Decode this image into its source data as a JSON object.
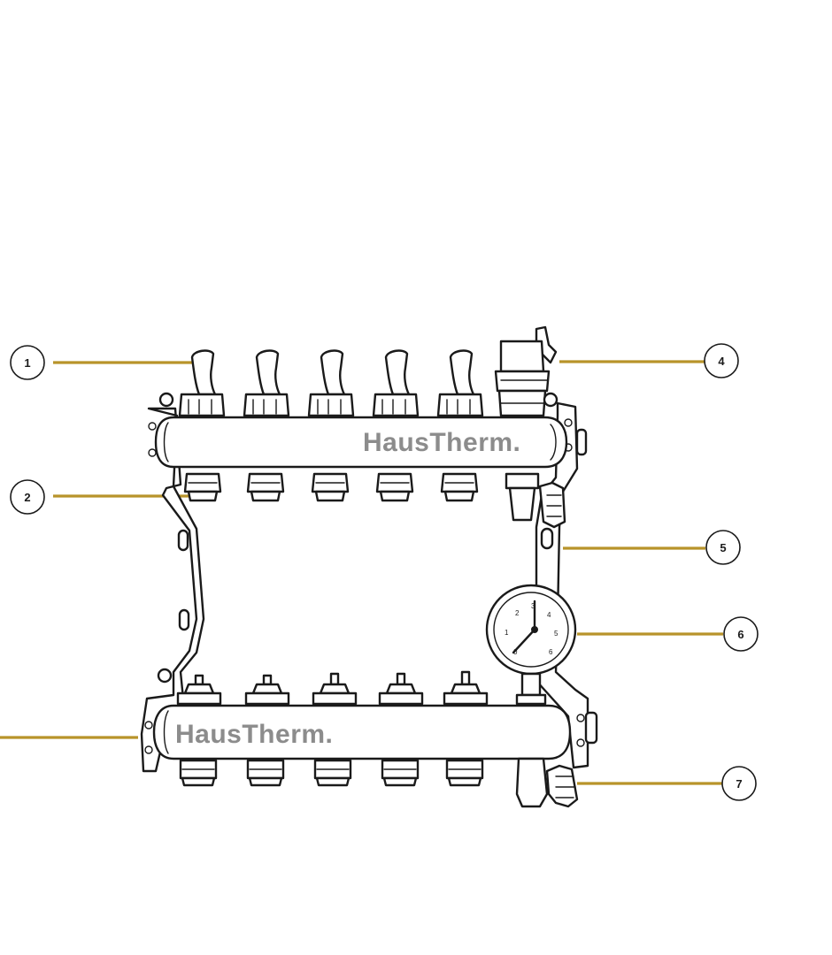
{
  "brand": {
    "top_bar_logo": "HausTherm.",
    "bottom_bar_logo": "HausTherm."
  },
  "colors": {
    "leader_line": "#b8932a",
    "outline": "#1a1a1a",
    "logo": "#8c8c8c"
  },
  "gauge": {
    "scale_numbers": [
      "0",
      "1",
      "2",
      "3",
      "4",
      "5",
      "6"
    ]
  },
  "callouts": [
    {
      "number": "1"
    },
    {
      "number": "2"
    },
    {
      "number": ""
    },
    {
      "number": "4"
    },
    {
      "number": "5"
    },
    {
      "number": "6"
    },
    {
      "number": "7"
    }
  ]
}
